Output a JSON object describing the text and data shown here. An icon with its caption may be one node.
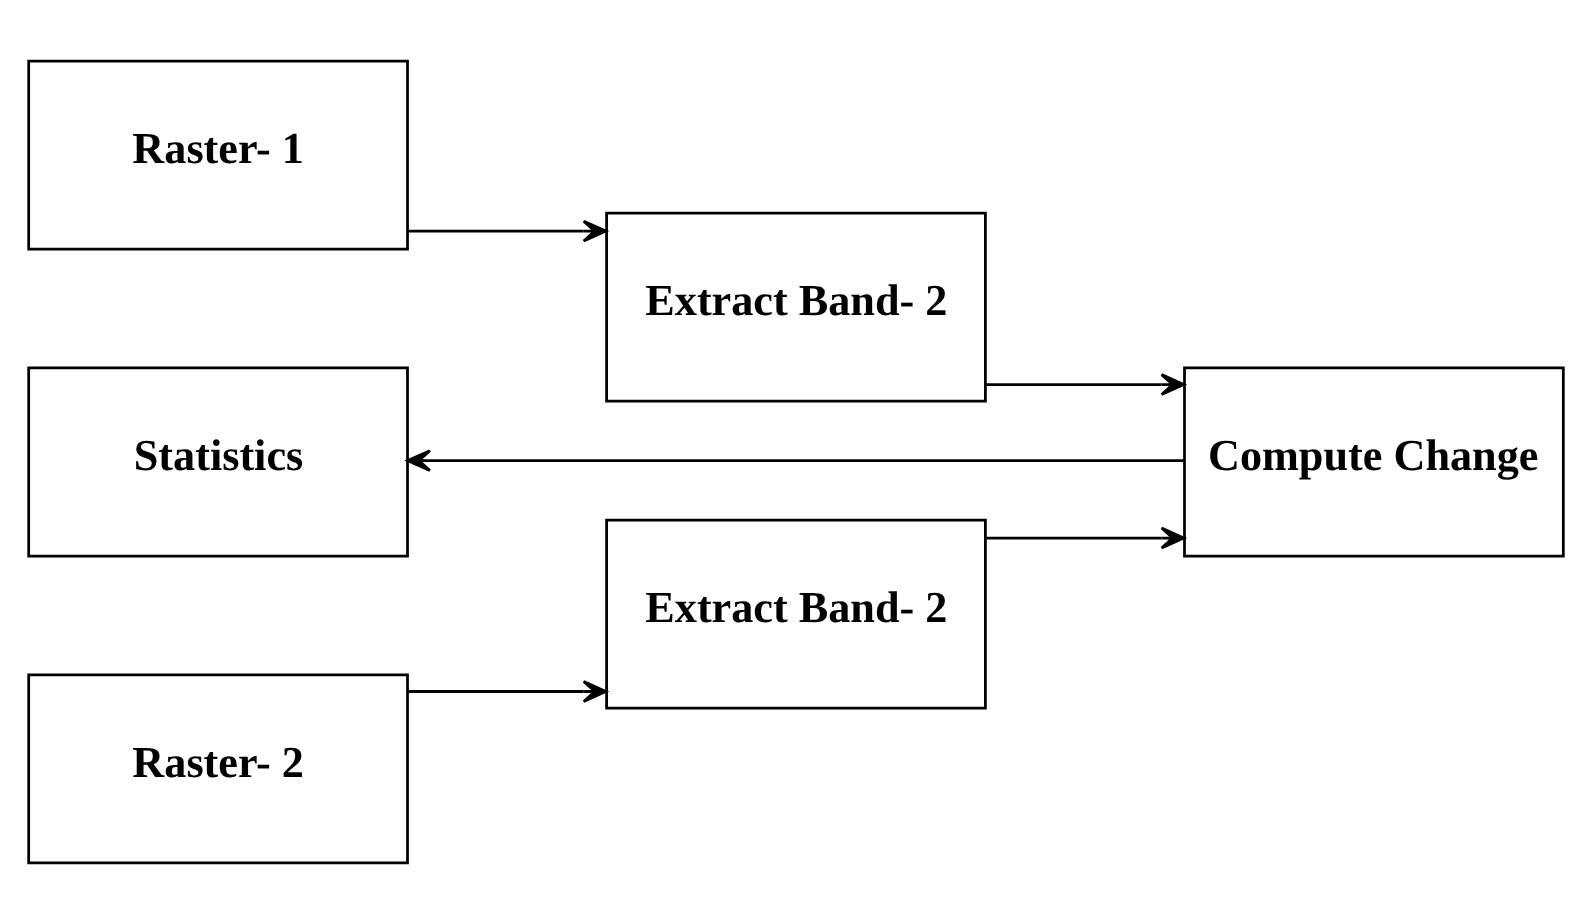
{
  "diagram": {
    "nodes": [
      {
        "text": [
          "Raster- 1"
        ]
      },
      {
        "text": [
          "Extract Band- 2"
        ]
      },
      {
        "text": [
          "Compute Change"
        ]
      },
      {
        "text": [
          "Statistics"
        ]
      },
      {
        "text": [
          "Raster- 2"
        ]
      },
      {
        "text": [
          "Extract Band- 2"
        ]
      }
    ],
    "edges": [
      {
        "from": 0,
        "to": 1,
        "arrow": "to"
      },
      {
        "from": 1,
        "to": 2,
        "arrow": "to"
      },
      {
        "from": 2,
        "to": 3,
        "arrow": "to"
      },
      {
        "from": 4,
        "to": 5,
        "arrow": "to"
      },
      {
        "from": 5,
        "to": 2,
        "arrow": "to"
      }
    ]
  }
}
